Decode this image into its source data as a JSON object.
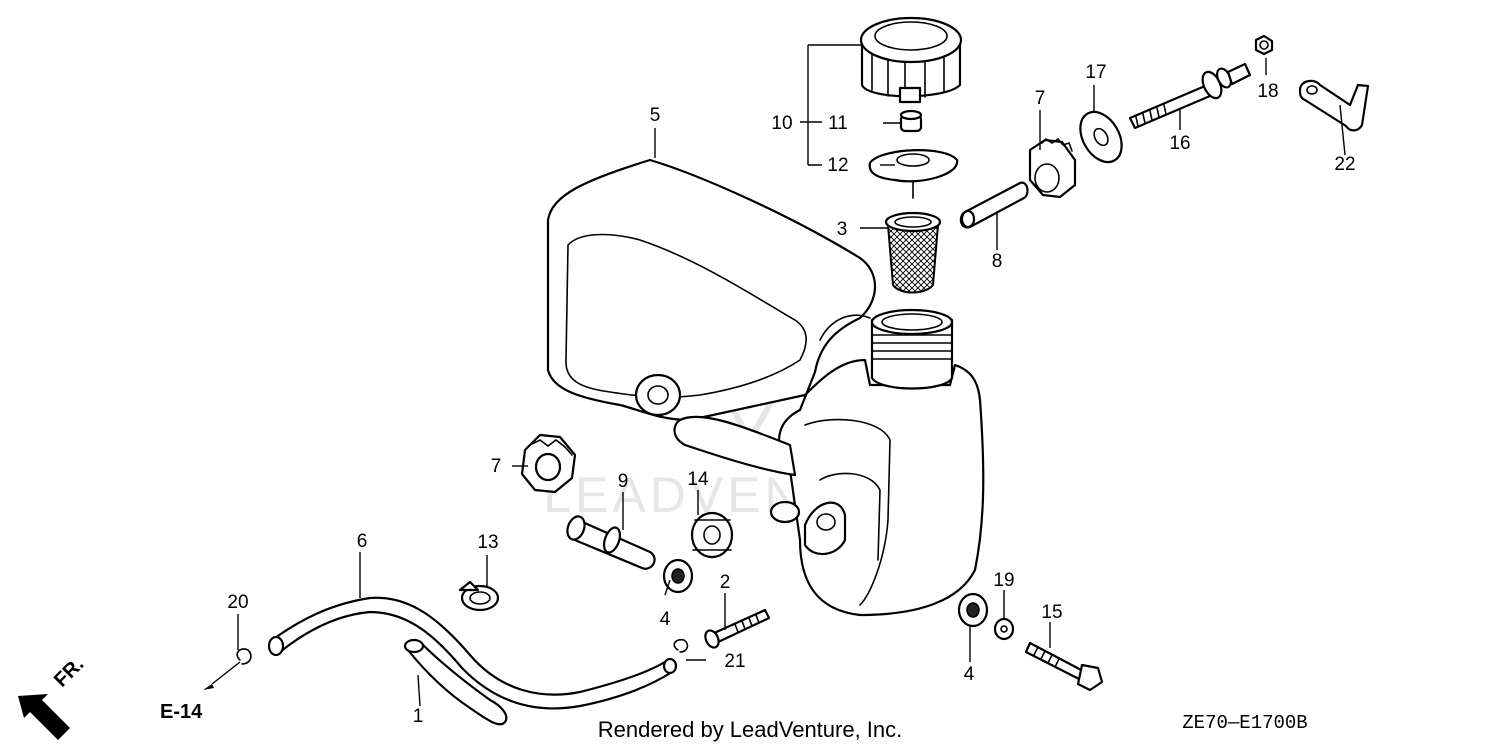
{
  "watermark": "LEADVENTURE",
  "footer": {
    "rendered_by": "Rendered by LeadVenture, Inc.",
    "code": "ZE70—E1700B"
  },
  "direction": {
    "label": "FR.",
    "ref": "E-14"
  },
  "callouts": [
    {
      "id": "c1",
      "num": "1"
    },
    {
      "id": "c2",
      "num": "2"
    },
    {
      "id": "c3",
      "num": "3"
    },
    {
      "id": "c4a",
      "num": "4"
    },
    {
      "id": "c4b",
      "num": "4"
    },
    {
      "id": "c5",
      "num": "5"
    },
    {
      "id": "c6",
      "num": "6"
    },
    {
      "id": "c7a",
      "num": "7"
    },
    {
      "id": "c7b",
      "num": "7"
    },
    {
      "id": "c8",
      "num": "8"
    },
    {
      "id": "c9",
      "num": "9"
    },
    {
      "id": "c10",
      "num": "10"
    },
    {
      "id": "c11",
      "num": "11"
    },
    {
      "id": "c12",
      "num": "12"
    },
    {
      "id": "c13",
      "num": "13"
    },
    {
      "id": "c14",
      "num": "14"
    },
    {
      "id": "c15",
      "num": "15"
    },
    {
      "id": "c16",
      "num": "16"
    },
    {
      "id": "c17",
      "num": "17"
    },
    {
      "id": "c18",
      "num": "18"
    },
    {
      "id": "c19",
      "num": "19"
    },
    {
      "id": "c20",
      "num": "20"
    },
    {
      "id": "c21",
      "num": "21"
    },
    {
      "id": "c22",
      "num": "22"
    }
  ]
}
